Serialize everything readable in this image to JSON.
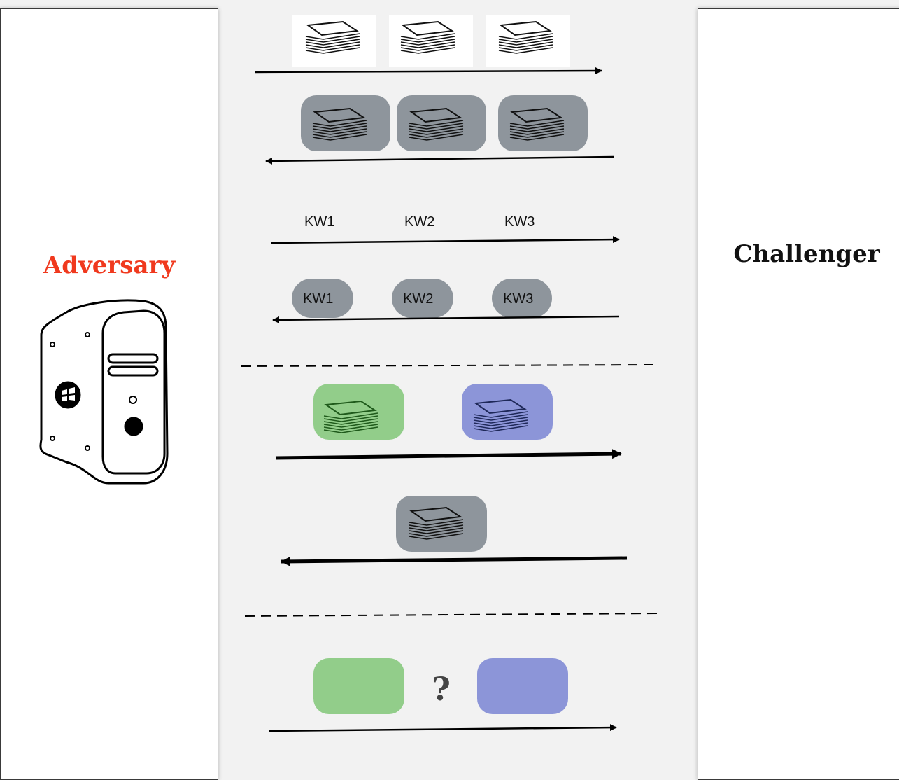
{
  "parties": {
    "adversary": "Adversary",
    "challenger": "Challenger"
  },
  "keywords_sent": [
    "KW1",
    "KW2",
    "KW3"
  ],
  "keywords_returned": [
    "KW1",
    "KW2",
    "KW3"
  ],
  "challenge_symbol": "?",
  "colors": {
    "adversary_text": "#f0391e",
    "encrypted_gray": "#8e959c",
    "candidate_green": "#92cd8a",
    "candidate_blue": "#8c95d8",
    "arrow": "#000000"
  },
  "icons": [
    "document-stack-icon",
    "encrypted-document-icon",
    "computer-tower-icon"
  ]
}
